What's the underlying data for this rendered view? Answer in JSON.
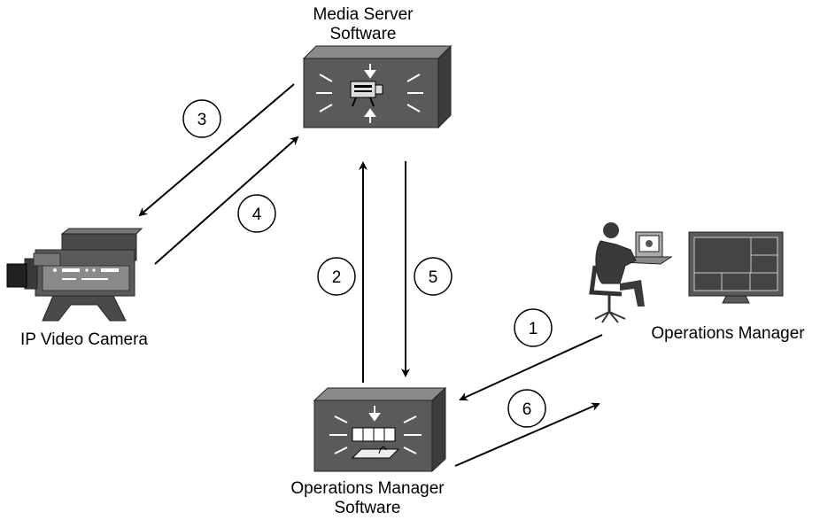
{
  "labels": {
    "media_server_line1": "Media Server",
    "media_server_line2": "Software",
    "camera": "IP Video Camera",
    "operations_manager": "Operations Manager",
    "ops_software_line1": "Operations Manager",
    "ops_software_line2": "Software"
  },
  "steps": [
    "1",
    "2",
    "3",
    "4",
    "5",
    "6"
  ],
  "colors": {
    "device_face": "#5a5a5a",
    "device_top": "#8a8a8a",
    "device_side": "#3c3c3c",
    "person": "#3a3a3a",
    "arrow": "#000000"
  },
  "icons": {
    "media_server": "media-server-icon",
    "ops_software": "operations-manager-software-icon",
    "camera": "ip-video-camera-icon",
    "operator": "operator-workstation-icon",
    "monitor": "video-wall-monitor-icon"
  }
}
